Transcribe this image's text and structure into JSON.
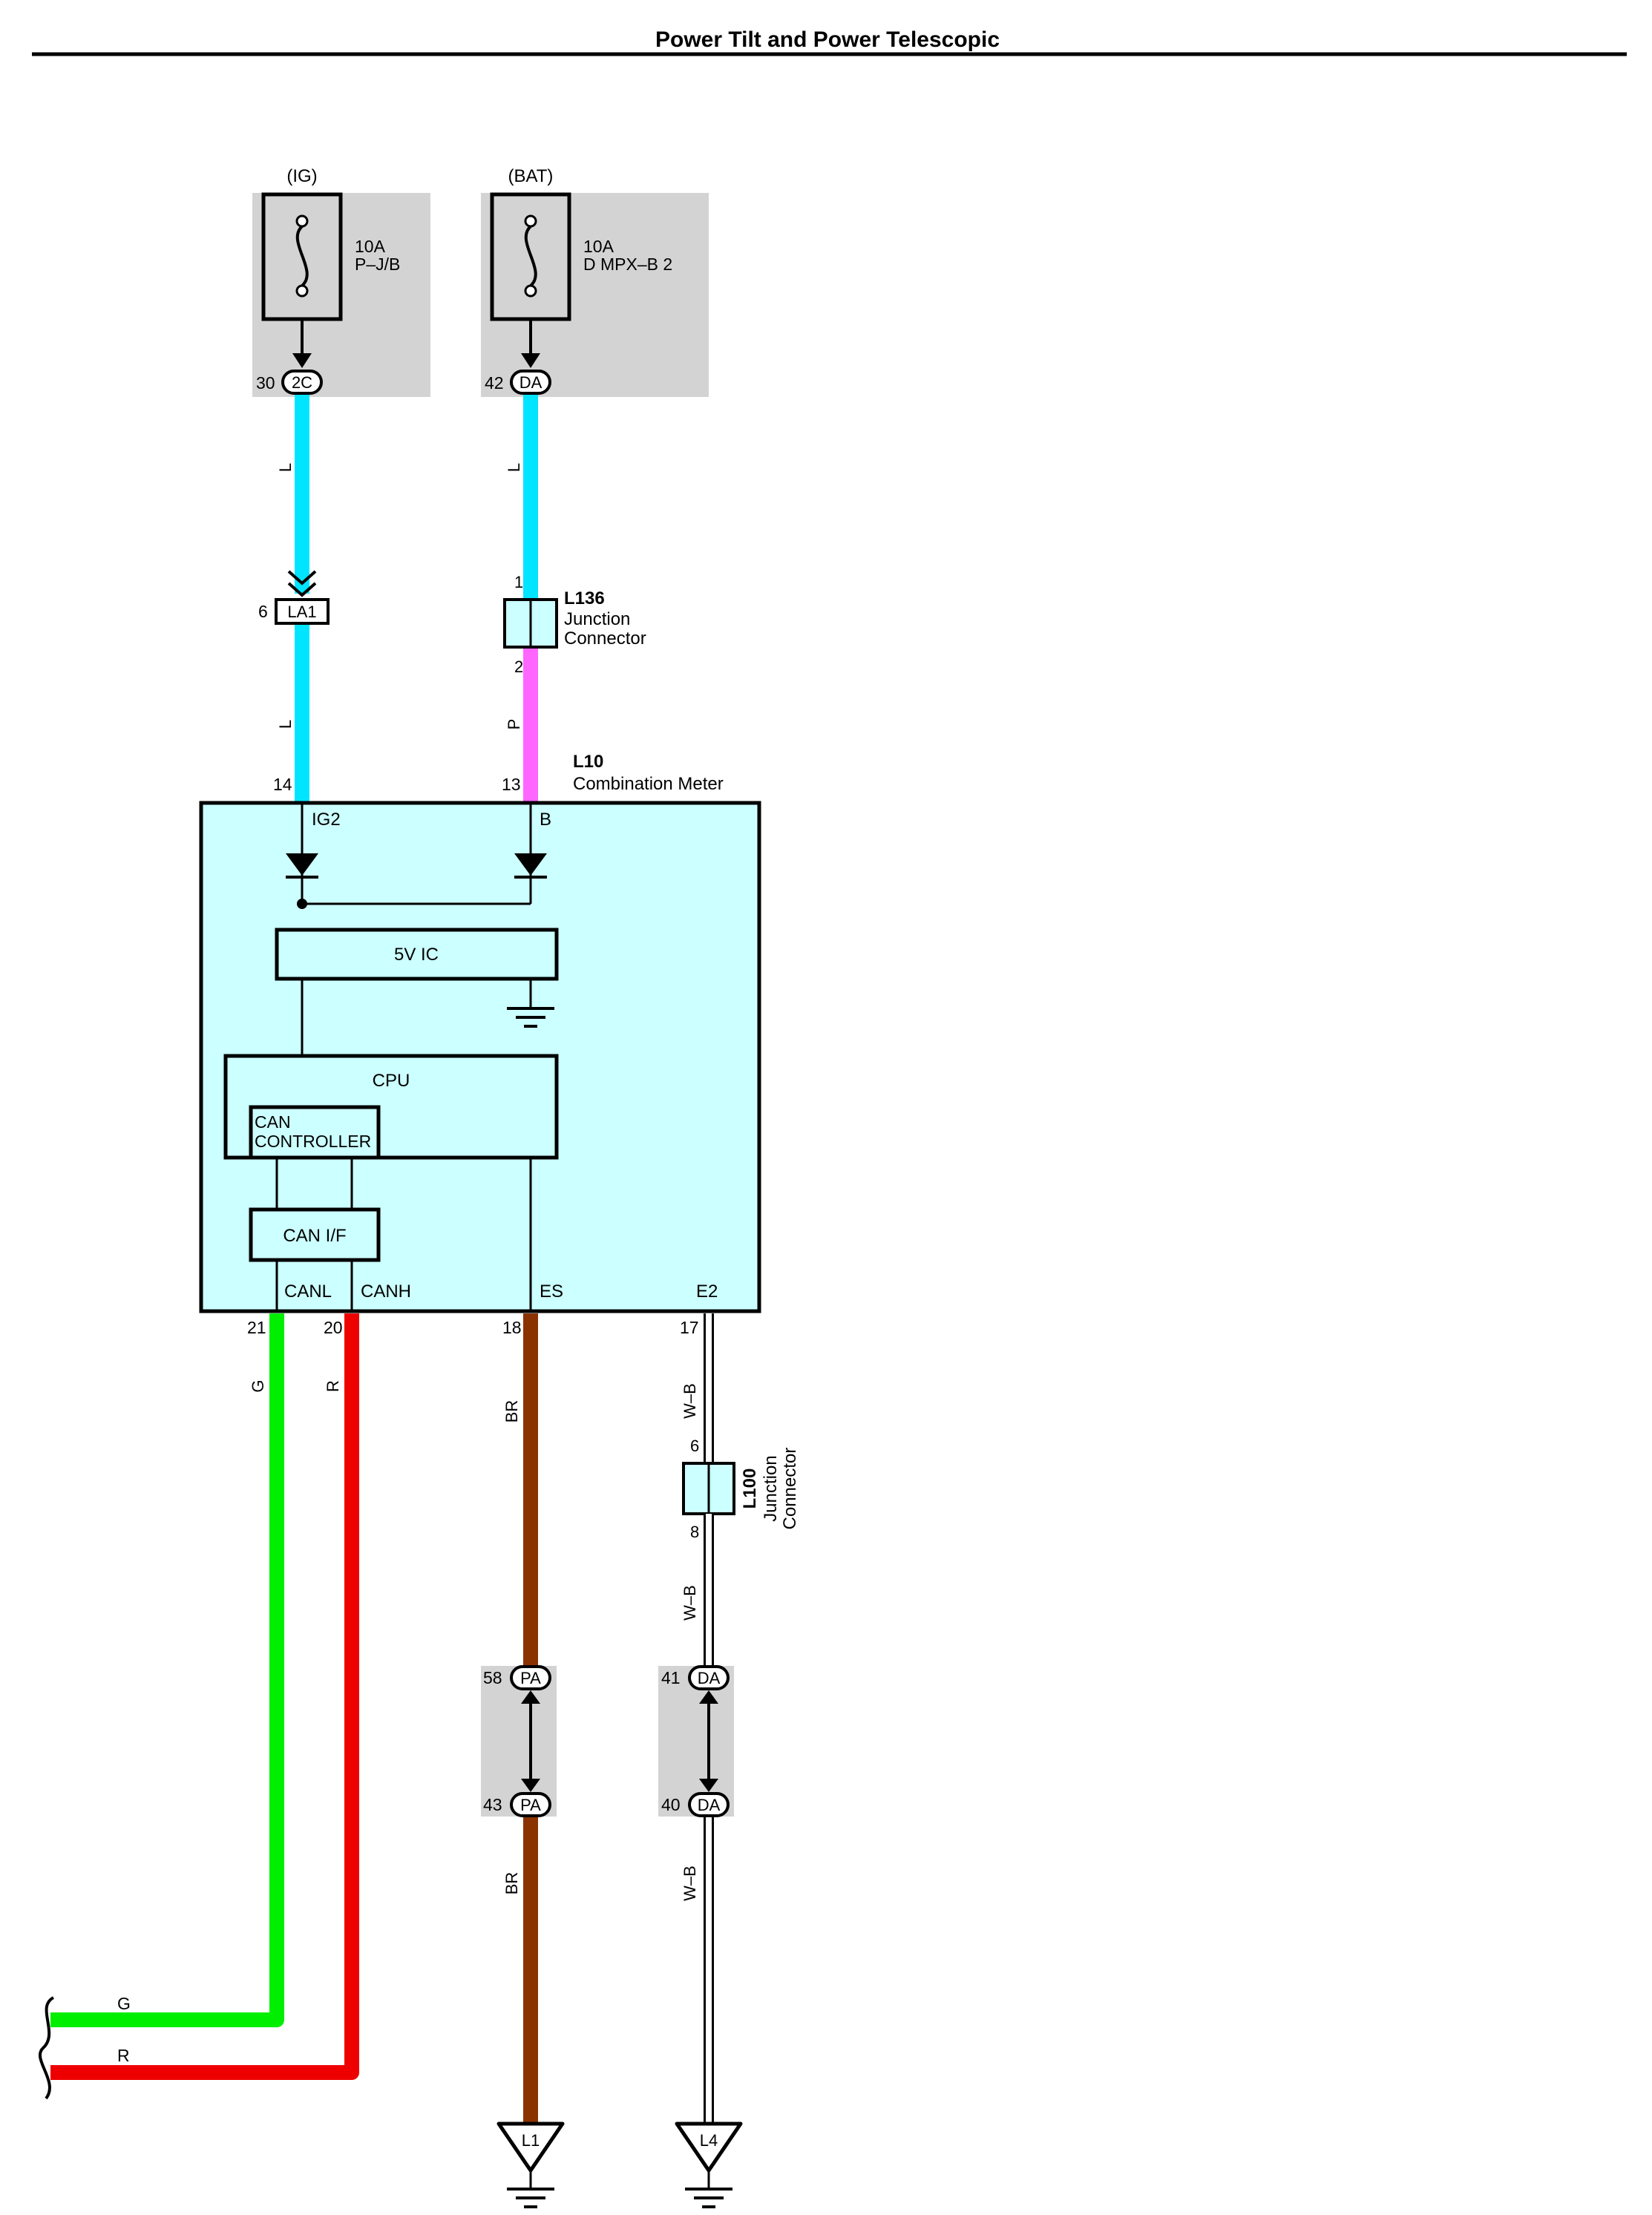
{
  "title": "Power Tilt and Power Telescopic",
  "colors": {
    "wire_L": "#00e5ff",
    "wire_P": "#ff66ff",
    "wire_G": "#00ee00",
    "wire_R": "#ee0000",
    "wire_BR": "#8b3300",
    "gray_box": "#d3d3d3",
    "meter_fill": "#ccffff"
  },
  "fuses": {
    "ig": {
      "supply": "(IG)",
      "rating": "10A",
      "name": "P–J/B",
      "pin": "30",
      "connector": "2C"
    },
    "bat": {
      "supply": "(BAT)",
      "rating": "10A",
      "name": "D MPX–B 2",
      "pin": "42",
      "connector": "DA"
    }
  },
  "wires": {
    "ig_upper": "L",
    "bat_upper": "L",
    "ig_lower": "L",
    "bat_lower": "P",
    "canl": "G",
    "canh": "R",
    "es_upper": "BR",
    "es_lower": "BR",
    "e2_upper": "W–B",
    "e2_mid": "W–B",
    "e2_lower": "W–B"
  },
  "connectors": {
    "la1": {
      "label": "LA1",
      "pin": "6"
    },
    "l136": {
      "id": "L136",
      "line1": "Junction",
      "line2": "Connector",
      "pin_top": "1",
      "pin_bottom": "2"
    },
    "l100": {
      "id": "L100",
      "line1": "Junction",
      "line2": "Connector",
      "pin_top": "6",
      "pin_bottom": "8"
    },
    "pa_top": {
      "pin": "58",
      "label": "PA"
    },
    "pa_bottom": {
      "pin": "43",
      "label": "PA"
    },
    "da_top": {
      "pin": "41",
      "label": "DA"
    },
    "da_bottom": {
      "pin": "40",
      "label": "DA"
    }
  },
  "meter": {
    "id": "L10",
    "name": "Combination Meter",
    "pins_top": {
      "ig2_pin": "14",
      "ig2_label": "IG2",
      "b_pin": "13",
      "b_label": "B"
    },
    "ic": "5V IC",
    "cpu": "CPU",
    "can_controller_1": "CAN",
    "can_controller_2": "CONTROLLER",
    "can_if": "CAN I/F",
    "pins_bottom": {
      "canl_pin": "21",
      "canl_label": "CANL",
      "canh_pin": "20",
      "canh_label": "CANH",
      "es_pin": "18",
      "es_label": "ES",
      "e2_pin": "17",
      "e2_label": "E2"
    }
  },
  "bus": {
    "g": "G",
    "r": "R"
  },
  "grounds": {
    "l1": "L1",
    "l4": "L4"
  }
}
